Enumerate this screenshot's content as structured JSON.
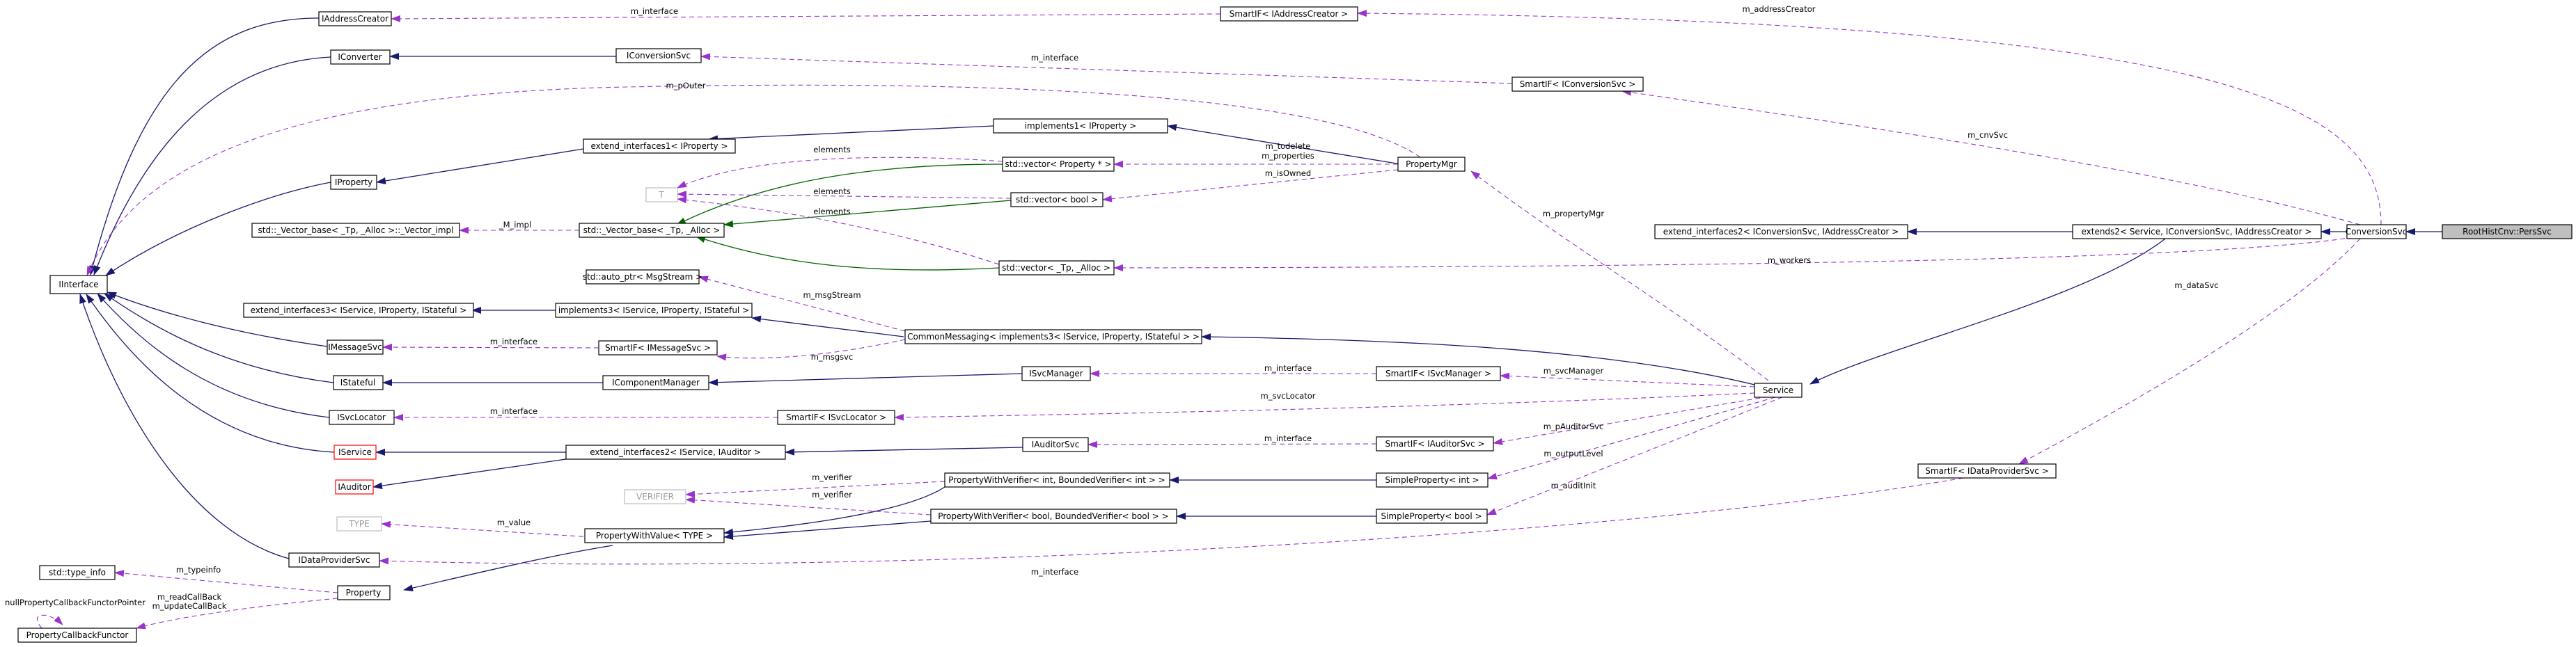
{
  "nodes": {
    "root": "RootHistCnv::PersSvc",
    "conversionsvc": "ConversionSvc",
    "extends2": "extends2< Service, IConversionSvc, IAddressCreator >",
    "extifaces2cnv": "extend_interfaces2< IConversionSvc, IAddressCreator >",
    "service": "Service",
    "smartif_addr": "SmartIF< IAddressCreator >",
    "iaddresscreator": "IAddressCreator",
    "iconverter": "IConverter",
    "iconversionsvc": "IConversionSvc",
    "smartif_cnv": "SmartIF< IConversionSvc >",
    "implements1": "implements1< IProperty >",
    "extifaces1": "extend_interfaces1< IProperty >",
    "propertymgr": "PropertyMgr",
    "iproperty": "IProperty",
    "tparam": "T",
    "vecprop": "std::vector< Property * >",
    "vecbool": "std::vector< bool >",
    "vectorbase_impl": "std::_Vector_base< _Tp, _Alloc >::_Vector_impl",
    "vectorbase": "std::_Vector_base< _Tp, _Alloc >",
    "vectp": "std::vector< _Tp, _Alloc >",
    "iinterface": "IInterface",
    "autoptr": "std::auto_ptr< MsgStream >",
    "extifaces3": "extend_interfaces3< IService, IProperty, IStateful >",
    "implements3": "implements3< IService, IProperty, IStateful >",
    "commonmsg": "CommonMessaging< implements3< IService, IProperty, IStateful > >",
    "imessagesvc": "IMessageSvc",
    "smartif_msg": "SmartIF< IMessageSvc >",
    "istateful": "IStateful",
    "icomponentmgr": "IComponentManager",
    "isvcmanager": "ISvcManager",
    "smartif_svcmgr": "SmartIF< ISvcManager >",
    "isvclocator": "ISvcLocator",
    "smartif_svcloc": "SmartIF< ISvcLocator >",
    "iservice": "IService",
    "extifaces2aud": "extend_interfaces2< IService, IAuditor >",
    "iauditorsvc": "IAuditorSvc",
    "smartif_aud": "SmartIF< IAuditorSvc >",
    "iauditor": "IAuditor",
    "verifier": "VERIFIER",
    "pwv_int": "PropertyWithVerifier< int, BoundedVerifier< int > >",
    "sp_int": "SimpleProperty< int >",
    "pwv_bool": "PropertyWithVerifier< bool, BoundedVerifier< bool > >",
    "sp_bool": "SimpleProperty< bool >",
    "typeparam": "TYPE",
    "pwvalue": "PropertyWithValue< TYPE >",
    "smartif_dp": "SmartIF< IDataProviderSvc >",
    "idataprovider": "IDataProviderSvc",
    "typeinfo": "std::type_info",
    "property": "Property",
    "pcbf": "PropertyCallbackFunctor"
  },
  "labels": {
    "m_interface": "m_interface",
    "m_addressCreator": "m_addressCreator",
    "m_pOuter": "m_pOuter",
    "m_cnvSvc": "m_cnvSvc",
    "m_todelete": "m_todelete",
    "m_properties": "m_properties",
    "m_isOwned": "m_isOwned",
    "elements": "elements",
    "M_impl": "_M_impl",
    "m_propertyMgr": "m_propertyMgr",
    "m_workers": "m_workers",
    "m_msgStream": "m_msgStream",
    "m_dataSvc": "m_dataSvc",
    "m_msgsvc": "m_msgsvc",
    "m_svcManager": "m_svcManager",
    "m_svcLocator": "m_svcLocator",
    "m_pAuditorSvc": "m_pAuditorSvc",
    "m_outputLevel": "m_outputLevel",
    "m_verifier": "m_verifier",
    "m_auditInit": "m_auditInit",
    "m_value": "m_value",
    "m_typeinfo": "m_typeinfo",
    "m_readCallBack": "m_readCallBack",
    "m_updateCallBack": "m_updateCallBack",
    "nullPointer": "nullPropertyCallbackFunctorPointer"
  },
  "colors": {
    "inheritance": "#191970",
    "template": "#006400",
    "usage": "#9a32cd",
    "root_fill": "#bfbfbf"
  }
}
